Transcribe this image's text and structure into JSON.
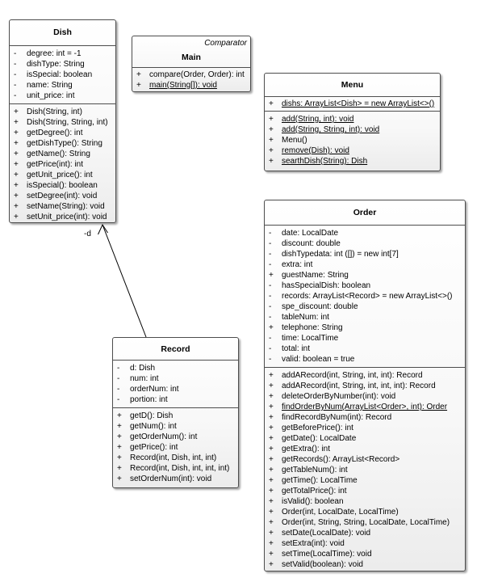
{
  "classes": {
    "dish": {
      "name": "Dish",
      "attributes": [
        {
          "vis": "-",
          "text": "degree: int = -1"
        },
        {
          "vis": "-",
          "text": "dishType: String"
        },
        {
          "vis": "-",
          "text": "isSpecial: boolean"
        },
        {
          "vis": "-",
          "text": "name: String"
        },
        {
          "vis": "-",
          "text": "unit_price: int"
        }
      ],
      "operations": [
        {
          "vis": "+",
          "text": "Dish(String, int)"
        },
        {
          "vis": "+",
          "text": "Dish(String, String, int)"
        },
        {
          "vis": "+",
          "text": "getDegree(): int"
        },
        {
          "vis": "+",
          "text": "getDishType(): String"
        },
        {
          "vis": "+",
          "text": "getName(): String"
        },
        {
          "vis": "+",
          "text": "getPrice(int): int"
        },
        {
          "vis": "+",
          "text": "getUnit_price(): int"
        },
        {
          "vis": "+",
          "text": "isSpecial(): boolean"
        },
        {
          "vis": "+",
          "text": "setDegree(int): void"
        },
        {
          "vis": "+",
          "text": "setName(String): void"
        },
        {
          "vis": "+",
          "text": "setUnit_price(int): void"
        }
      ]
    },
    "main": {
      "name": "Main",
      "stereotype": "Comparator",
      "attributes": [],
      "operations": [
        {
          "vis": "+",
          "text": "compare(Order, Order): int"
        },
        {
          "vis": "+",
          "text": "main(String[]): void",
          "static": true
        }
      ]
    },
    "menu": {
      "name": "Menu",
      "attributes": [
        {
          "vis": "+",
          "text": "dishs: ArrayList<Dish> = new ArrayList<>()",
          "static": true
        }
      ],
      "operations": [
        {
          "vis": "+",
          "text": "add(String, int): void",
          "static": true
        },
        {
          "vis": "+",
          "text": "add(String, String, int): void",
          "static": true
        },
        {
          "vis": "+",
          "text": "Menu()"
        },
        {
          "vis": "+",
          "text": "remove(Dish): void",
          "static": true
        },
        {
          "vis": "+",
          "text": "searthDish(String): Dish",
          "static": true
        }
      ]
    },
    "order": {
      "name": "Order",
      "attributes": [
        {
          "vis": "-",
          "text": "date: LocalDate"
        },
        {
          "vis": "-",
          "text": "discount: double"
        },
        {
          "vis": "-",
          "text": "dishTypedata: int ([]) = new int[7]"
        },
        {
          "vis": "-",
          "text": "extra: int"
        },
        {
          "vis": "+",
          "text": "guestName: String"
        },
        {
          "vis": "-",
          "text": "hasSpecialDish: boolean"
        },
        {
          "vis": "-",
          "text": "records: ArrayList<Record> = new ArrayList<>()"
        },
        {
          "vis": "-",
          "text": "spe_discount: double"
        },
        {
          "vis": "-",
          "text": "tableNum: int"
        },
        {
          "vis": "+",
          "text": "telephone: String"
        },
        {
          "vis": "-",
          "text": "time: LocalTime"
        },
        {
          "vis": "-",
          "text": "total: int"
        },
        {
          "vis": "-",
          "text": "valid: boolean = true"
        }
      ],
      "operations": [
        {
          "vis": "+",
          "text": "addARecord(int, String, int, int): Record"
        },
        {
          "vis": "+",
          "text": "addARecord(int, String, int, int, int): Record"
        },
        {
          "vis": "+",
          "text": "deleteOrderByNumber(int): void"
        },
        {
          "vis": "+",
          "text": "findOrderByNum(ArrayList<Order>, int): Order",
          "static": true
        },
        {
          "vis": "+",
          "text": "findRecordByNum(int): Record"
        },
        {
          "vis": "+",
          "text": "getBeforePrice(): int"
        },
        {
          "vis": "+",
          "text": "getDate(): LocalDate"
        },
        {
          "vis": "+",
          "text": "getExtra(): int"
        },
        {
          "vis": "+",
          "text": "getRecords(): ArrayList<Record>"
        },
        {
          "vis": "+",
          "text": "getTableNum(): int"
        },
        {
          "vis": "+",
          "text": "getTime(): LocalTime"
        },
        {
          "vis": "+",
          "text": "getTotalPrice(): int"
        },
        {
          "vis": "+",
          "text": "isValid(): boolean"
        },
        {
          "vis": "+",
          "text": "Order(int, LocalDate, LocalTime)"
        },
        {
          "vis": "+",
          "text": "Order(int, String, String, LocalDate, LocalTime)"
        },
        {
          "vis": "+",
          "text": "setDate(LocalDate): void"
        },
        {
          "vis": "+",
          "text": "setExtra(int): void"
        },
        {
          "vis": "+",
          "text": "setTime(LocalTime): void"
        },
        {
          "vis": "+",
          "text": "setValid(boolean): void"
        }
      ]
    },
    "record": {
      "name": "Record",
      "attributes": [
        {
          "vis": "-",
          "text": "d: Dish"
        },
        {
          "vis": "-",
          "text": "num: int"
        },
        {
          "vis": "-",
          "text": "orderNum: int"
        },
        {
          "vis": "-",
          "text": "portion: int"
        }
      ],
      "operations": [
        {
          "vis": "+",
          "text": "getD(): Dish"
        },
        {
          "vis": "+",
          "text": "getNum(): int"
        },
        {
          "vis": "+",
          "text": "getOrderNum(): int"
        },
        {
          "vis": "+",
          "text": "getPrice(): int"
        },
        {
          "vis": "+",
          "text": "Record(int, Dish, int, int)"
        },
        {
          "vis": "+",
          "text": "Record(int, Dish, int, int, int)"
        },
        {
          "vis": "+",
          "text": "setOrderNum(int): void"
        }
      ]
    }
  },
  "associations": [
    {
      "from": "record",
      "to": "dish",
      "role": "-d"
    }
  ],
  "colors": {
    "border": "#4d4d4d",
    "line": "#000000",
    "background": "#ffffff"
  }
}
